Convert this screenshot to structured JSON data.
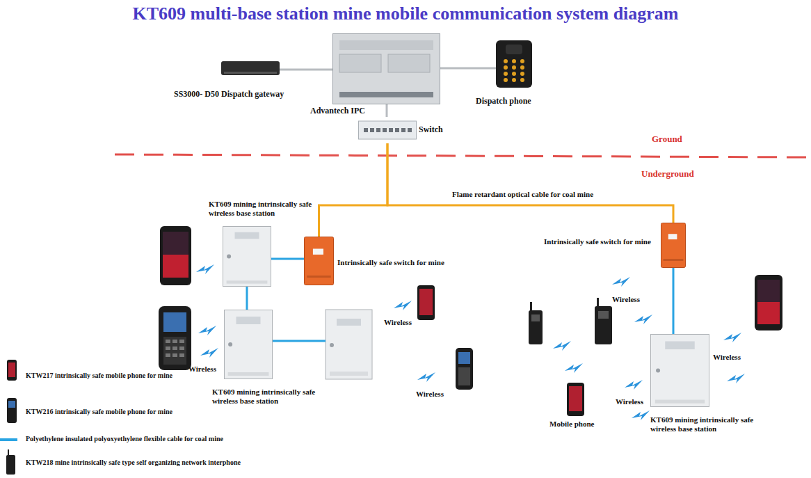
{
  "diagram": {
    "title": "KT609 multi-base station mine mobile communication system diagram",
    "nodes": [
      {
        "text": [
          "SS3000- D50 Dispatch gateway"
        ]
      },
      {
        "text": [
          "Advantech IPC"
        ]
      },
      {
        "text": [
          "Dispatch phone"
        ]
      },
      {
        "text": [
          "Switch"
        ]
      },
      {
        "text": [
          "KT609 mining intrinsically safe wireless base station"
        ]
      },
      {
        "text": [
          "Intrinsically safe switch for mine"
        ]
      },
      {
        "text": [
          "KT609 mining intrinsically safe wireless base station"
        ]
      },
      {
        "text": [
          "Intrinsically safe switch for mine"
        ]
      },
      {
        "text": [
          "Mobile phone"
        ]
      },
      {
        "text": [
          "KT609 mining intrinsically safe wireless base station"
        ]
      }
    ],
    "edges": [
      {
        "from": 0,
        "to": 1,
        "arrow": "none"
      },
      {
        "from": 1,
        "to": 2,
        "arrow": "none"
      },
      {
        "from": 1,
        "to": 3,
        "arrow": "none"
      },
      {
        "from": 3,
        "to": 5,
        "label": "Flame retardant optical cable for coal mine",
        "arrow": "none"
      },
      {
        "from": 3,
        "to": 7,
        "arrow": "none"
      },
      {
        "from": 4,
        "to": 5,
        "arrow": "none"
      },
      {
        "from": 4,
        "to": 6,
        "arrow": "none"
      },
      {
        "from": 7,
        "to": 9,
        "arrow": "none"
      }
    ],
    "labels": [
      "Ground",
      "Underground",
      "Wireless",
      "Wireless",
      "Wireless",
      "Wireless",
      "Wireless",
      "Wireless"
    ],
    "legend": [
      {
        "text": "KTW217 intrinsically safe mobile phone for mine"
      },
      {
        "text": "KTW216 intrinsically safe mobile phone for mine"
      },
      {
        "text": "Polyethylene insulated polyoxyethylene flexible cable for coal mine"
      },
      {
        "text": "KTW218 mine intrinsically safe type self organizing network interphone"
      }
    ]
  }
}
